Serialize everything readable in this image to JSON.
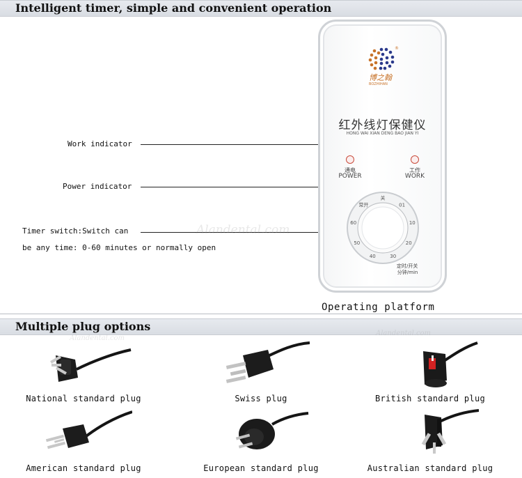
{
  "sections": {
    "timer_title": "Intelligent timer, simple and convenient operation",
    "plugs_title": "Multiple plug options"
  },
  "callouts": {
    "work": "Work indicator",
    "power": "Power indicator",
    "timer_line1": "Timer switch:Switch can",
    "timer_line2": "be any time: 0-60 minutes or normally open"
  },
  "device": {
    "brand_cn": "博之翰",
    "brand_py": "BOZHIHAN",
    "title_cn": "红外线灯保健仪",
    "title_py": "HONG WAI XIAN DENG BAO JIAN YI",
    "power_cn": "通电",
    "power_en": "POWER",
    "work_cn": "工作",
    "work_en": "WORK",
    "dial_ticks": [
      "关",
      "01",
      "10",
      "20",
      "30",
      "40",
      "50",
      "60",
      "常开"
    ],
    "dial_caption_cn": "定时/开关",
    "dial_caption_min": "分钟/min",
    "caption": "Operating platform",
    "brand_accent": "#c8732a",
    "led_color": "#c94b3b"
  },
  "watermark": "Alandental.com",
  "plugs": [
    {
      "label": "National standard plug",
      "icon": "chinese-plug-icon"
    },
    {
      "label": "Swiss plug",
      "icon": "swiss-plug-icon"
    },
    {
      "label": "British standard plug",
      "icon": "british-plug-icon"
    },
    {
      "label": "American standard plug",
      "icon": "american-plug-icon"
    },
    {
      "label": "European standard plug",
      "icon": "european-plug-icon"
    },
    {
      "label": "Australian standard plug",
      "icon": "australian-plug-icon"
    }
  ]
}
